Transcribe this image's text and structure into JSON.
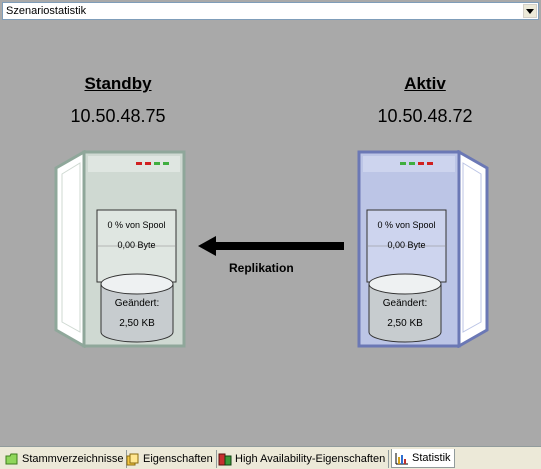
{
  "dropdown": {
    "value": "Szenariostatistik"
  },
  "standby": {
    "title": "Standby",
    "ip": "10.50.48.75",
    "spool_percent": "0 % von Spool",
    "spool_bytes": "0,00 Byte",
    "changed_label": "Geändert:",
    "changed_value": "2,50 KB",
    "colors": {
      "body": "#cfd9d2",
      "frame": "#8fa79a",
      "led1": "#d02020",
      "led2": "#d02020",
      "led3": "#3fae3f",
      "led4": "#3fae3f"
    }
  },
  "active": {
    "title": "Aktiv",
    "ip": "10.50.48.72",
    "spool_percent": "0 % von Spool",
    "spool_bytes": "0,00 Byte",
    "changed_label": "Geändert:",
    "changed_value": "2,50 KB",
    "colors": {
      "body": "#bcc5e6",
      "frame": "#6b78b5",
      "led1": "#3fae3f",
      "led2": "#3fae3f",
      "led3": "#d02020",
      "led4": "#d02020"
    }
  },
  "replication": {
    "label": "Replikation"
  },
  "tabs": [
    {
      "label": "Stammverzeichnisse",
      "icon": "folder-icon"
    },
    {
      "label": "Eigenschaften",
      "icon": "properties-icon"
    },
    {
      "label": "High Availability-Eigenschaften",
      "icon": "ha-properties-icon"
    },
    {
      "label": "Statistik",
      "icon": "statistics-icon"
    }
  ]
}
